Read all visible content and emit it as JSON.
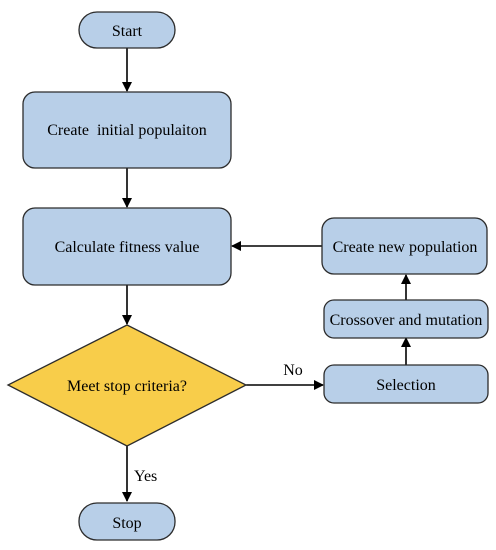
{
  "nodes": {
    "start": "Start",
    "create_initial": "Create  initial populaiton",
    "calc_fitness": "Calculate fitness value",
    "stop_check": "Meet stop criteria?",
    "stop": "Stop",
    "selection": "Selection",
    "crossover": "Crossover and mutation",
    "new_population": "Create new population"
  },
  "edges": {
    "no": "No",
    "yes": "Yes"
  },
  "colors": {
    "process_fill": "#b8cfe8",
    "decision_fill": "#f8cd4a",
    "stroke": "#2c2c2c"
  }
}
